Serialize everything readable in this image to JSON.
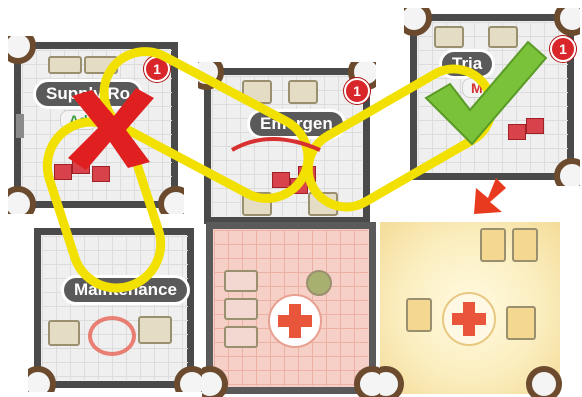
{
  "rooms": {
    "supply": {
      "label": "Supply Ro",
      "sub": "Ad",
      "badge": "1"
    },
    "emergency": {
      "label": "Emergen",
      "badge": "1"
    },
    "triage": {
      "label": "Tria",
      "sub": "Mov",
      "badge": "1"
    },
    "maintenance": {
      "label": "Maintenance"
    },
    "hospital_red": {
      "name": "treatment-room-red"
    },
    "hospital_yellow": {
      "name": "treatment-room-yellow"
    }
  },
  "overlays": {
    "invalid_mark": "x-mark-icon",
    "valid_mark": "check-mark-icon",
    "path_color": "#f2e000",
    "x_color": "#e02020",
    "check_color": "#7ac23a",
    "arrow_color": "#e83a1e"
  }
}
